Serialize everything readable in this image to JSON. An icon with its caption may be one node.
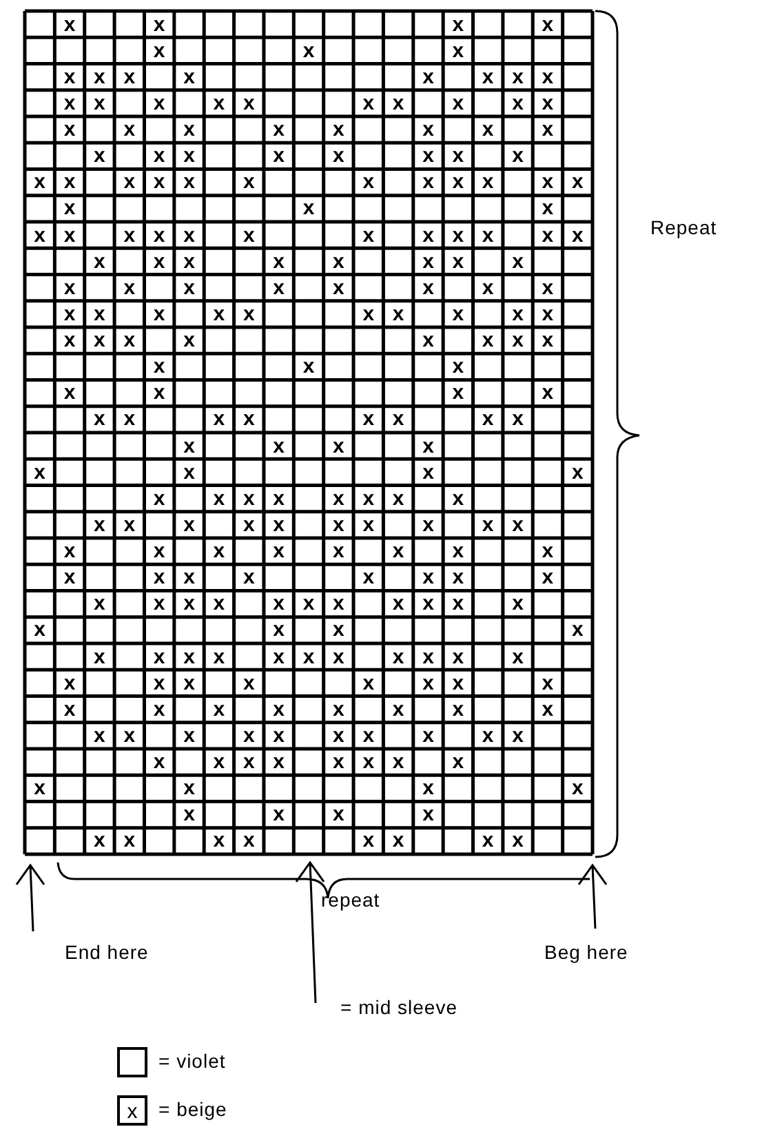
{
  "diagram": {
    "labels": [
      "x",
      "x",
      "x",
      "x",
      "x",
      "x",
      "x",
      "x",
      "x",
      "x",
      "x",
      "x",
      "x",
      "x",
      "x",
      "x",
      "x",
      "x",
      "x",
      "x",
      "x",
      "x",
      "x",
      "x",
      "x",
      "x",
      "x",
      "x",
      "x",
      "x",
      "x",
      "x",
      "x",
      "x",
      "x",
      "x",
      "x",
      "x",
      "x",
      "x",
      "x",
      "x",
      "x",
      "x",
      "x",
      "x",
      "x",
      "x",
      "x",
      "x",
      "x",
      "x",
      "x",
      "x",
      "x",
      "x",
      "x",
      "x",
      "x",
      "x",
      "x",
      "x",
      "x",
      "x",
      "x",
      "x",
      "x",
      "x",
      "x",
      "x",
      "x",
      "x",
      "x",
      "x",
      "x",
      "x",
      "x",
      "x",
      "x",
      "x",
      "x",
      "x",
      "x",
      "x",
      "x",
      "x",
      "x",
      "x",
      "x",
      "x",
      "x",
      "x",
      "x",
      "x",
      "x",
      "x",
      "x",
      "x",
      "x",
      "x",
      "x",
      "x",
      "x",
      "x",
      "x",
      "x",
      "x",
      "x",
      "x",
      "x",
      "x",
      "x",
      "x",
      "x",
      "x",
      "x",
      "x",
      "x",
      "x",
      "x",
      "x",
      "x",
      "x",
      "x",
      "x",
      "x",
      "x",
      "x",
      "x",
      "x",
      "x",
      "x",
      "x",
      "x",
      "x",
      "x",
      "x",
      "x",
      "x",
      "x",
      "x",
      "x",
      "x",
      "x",
      "x",
      "x",
      "x",
      "x",
      "x",
      "x",
      "x",
      "x",
      "x",
      "x",
      "x",
      "x",
      "x",
      "x",
      "x",
      "x",
      "x",
      "x",
      "x",
      "x",
      "x",
      "x",
      "x",
      "x",
      "x",
      "x",
      "x",
      "x",
      "x",
      "x",
      "x",
      "x",
      "x",
      "x",
      "x",
      "x",
      "x",
      "x",
      "x",
      "x",
      "x",
      "x",
      "x",
      "x",
      "x",
      "x",
      "x",
      "x",
      "x",
      "x",
      "x",
      "x",
      "x",
      "x",
      "x",
      "x",
      "x",
      "x",
      "x",
      "x",
      "x",
      "x",
      "x",
      "x",
      "x",
      "x",
      "x",
      "x",
      "x",
      "x",
      "x",
      "x",
      "x",
      "x",
      "x",
      "x",
      "x",
      "x",
      "x",
      "x",
      "x",
      "x",
      "x",
      "x",
      "x",
      "x",
      "x",
      "x",
      "x",
      "x",
      "x",
      "Repeat",
      "repeat",
      "End here",
      "Beg here",
      "= mid sleeve",
      "x"
    ],
    "legend": [
      {
        "text": "= violet"
      },
      {
        "text": "= beige"
      }
    ]
  }
}
